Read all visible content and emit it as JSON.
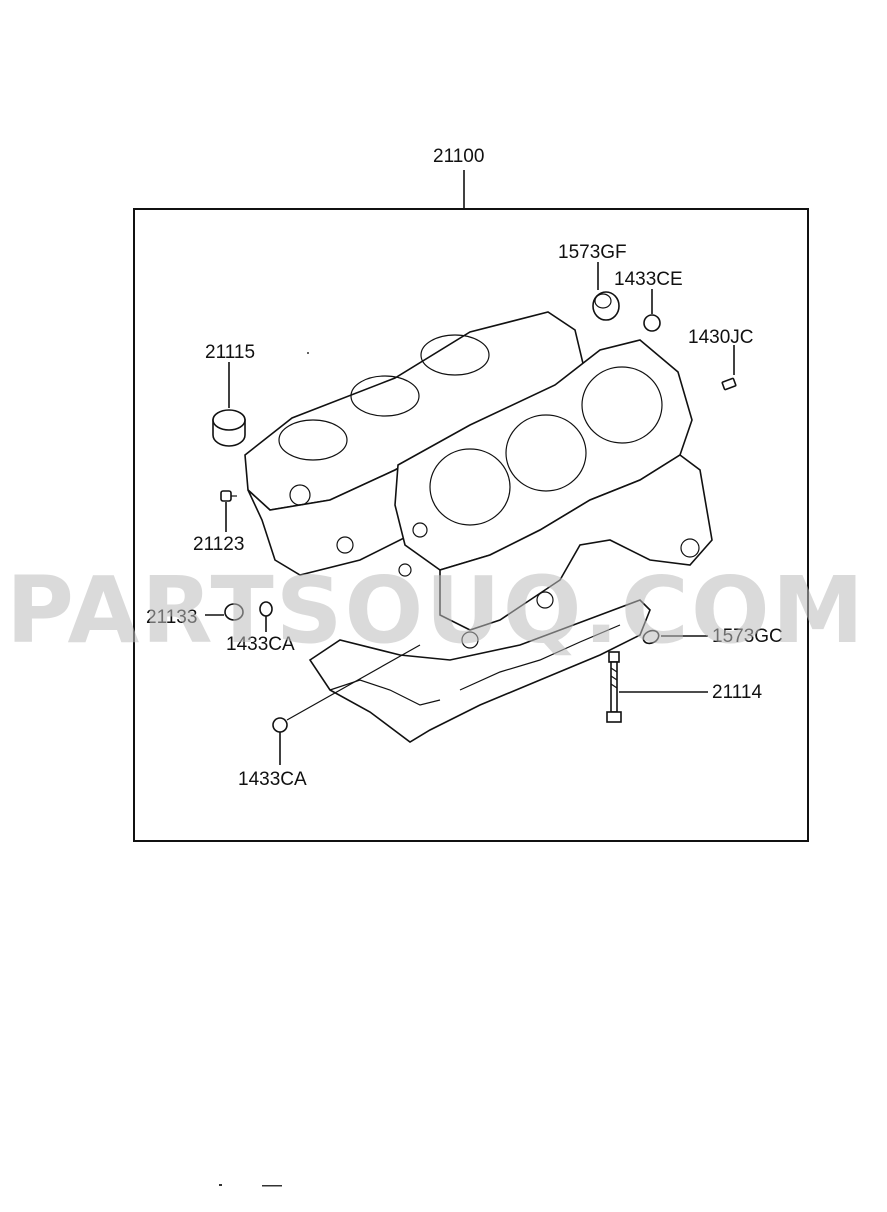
{
  "assembly_label": "21100",
  "watermark": "PARTSOUQ.COM",
  "part_labels": {
    "p1573gf": "1573GF",
    "p1433ce": "1433CE",
    "p1430jc": "1430JC",
    "p21115": "21115",
    "p21123": "21123",
    "p21133": "21133",
    "p1433ca_top": "1433CA",
    "p1433ca_bottom": "1433CA",
    "p1573gc": "1573GC",
    "p21114": "21114"
  }
}
